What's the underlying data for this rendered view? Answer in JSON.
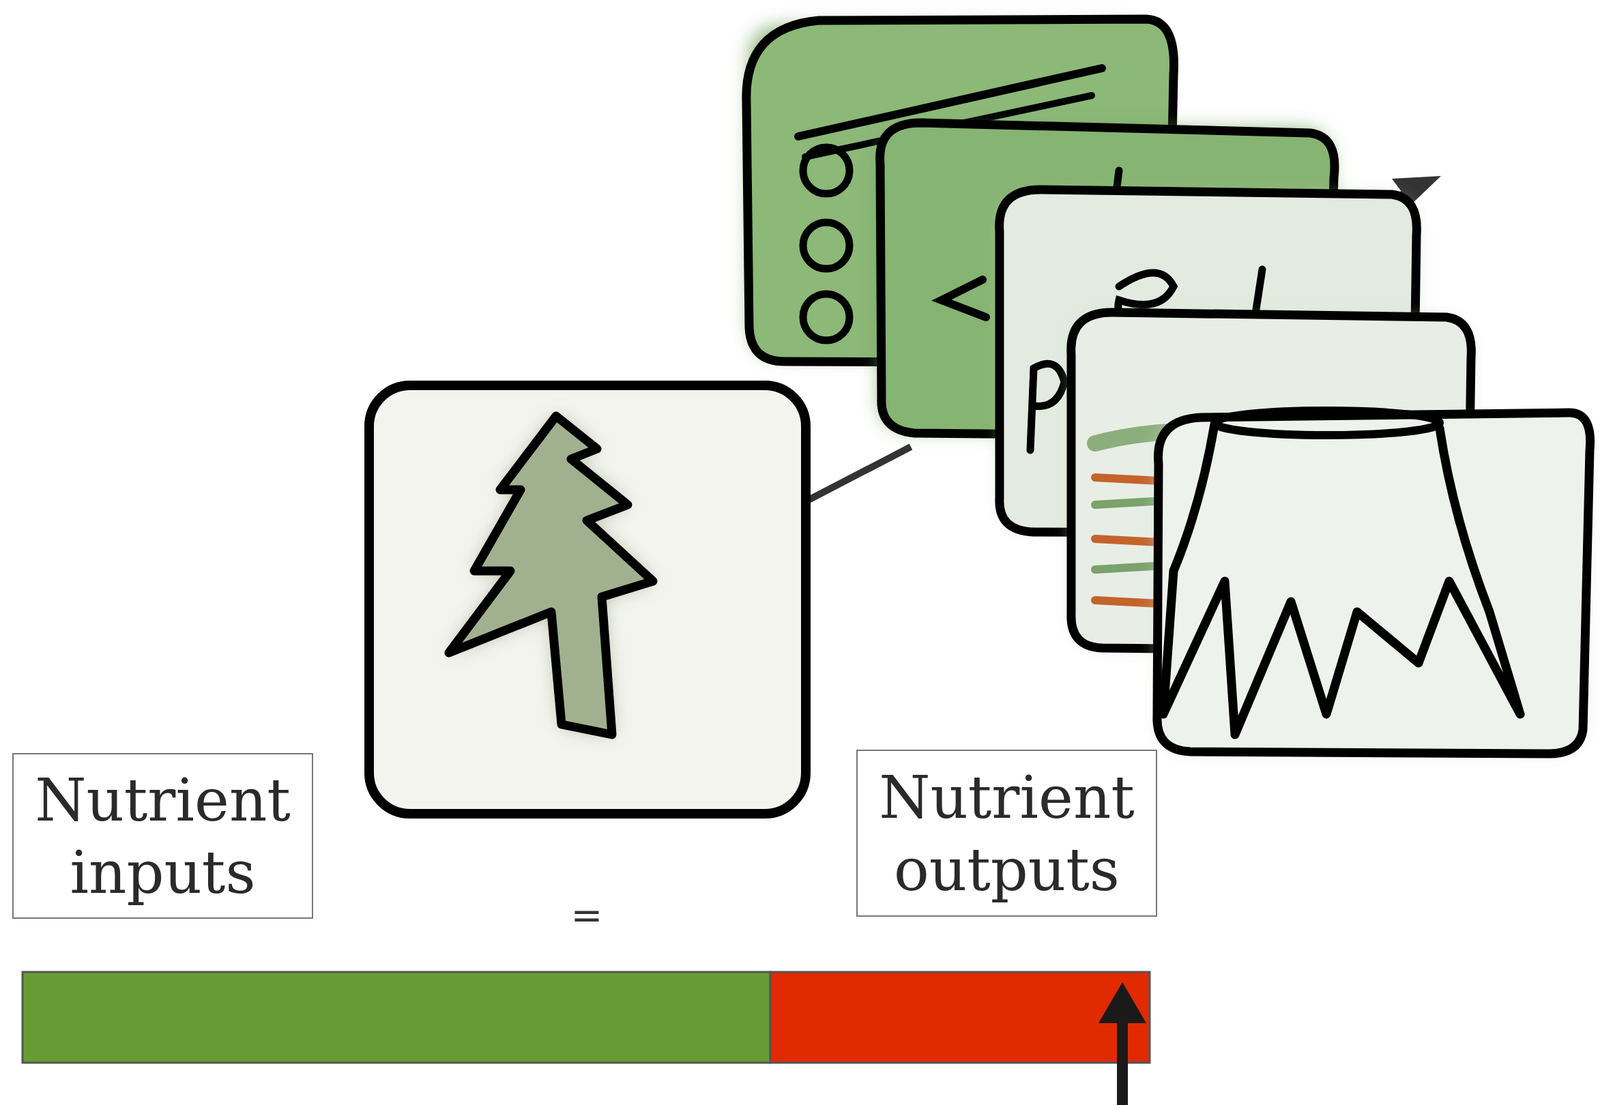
{
  "diagram": {
    "nodes": [
      {
        "text": [
          "Nutrient inputs"
        ]
      },
      {
        "text": [
          "Nutrient outputs"
        ]
      }
    ],
    "labels": [
      "="
    ]
  }
}
